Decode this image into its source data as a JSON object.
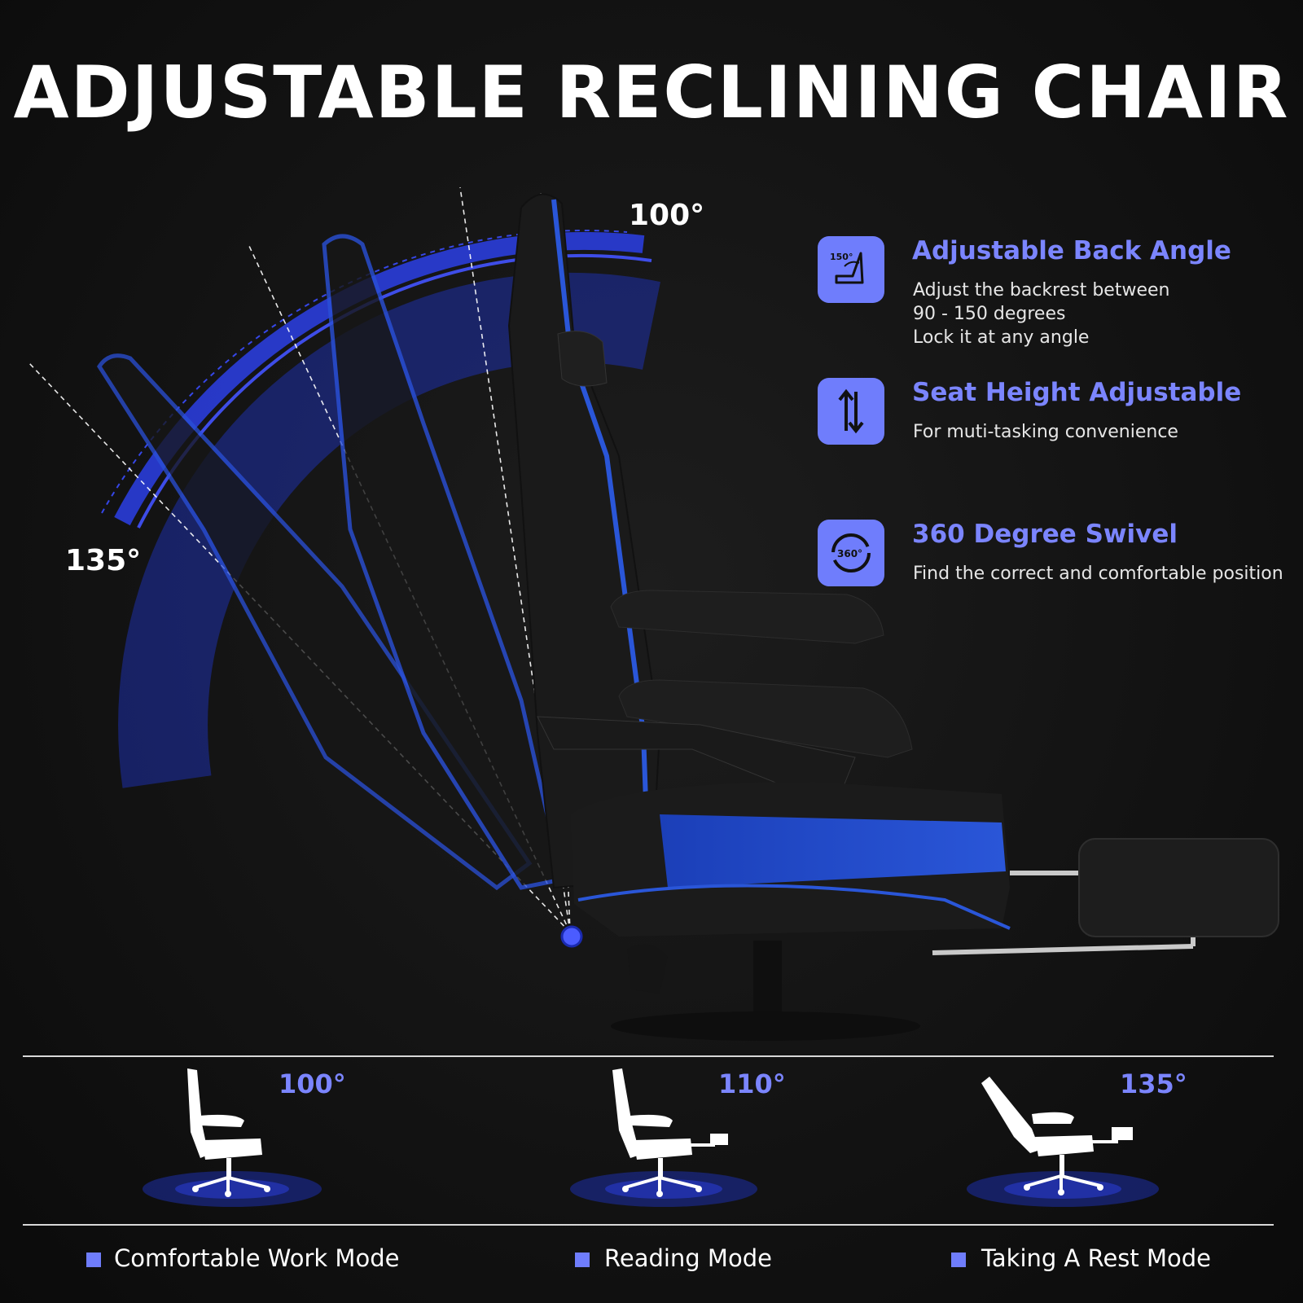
{
  "colors": {
    "accent": "#6f7dfc",
    "accent_text": "#7b85ff",
    "chair_blue": "#1f47c8",
    "arc_blue": "#2b3fe6",
    "background": "#141414",
    "text": "#ffffff"
  },
  "header": {
    "title": "ADJUSTABLE RECLINING CHAIR"
  },
  "hero": {
    "angle_upright": "100°",
    "angle_recline": "135°"
  },
  "features": [
    {
      "icon": "backrest-angle-icon",
      "icon_text": "150°",
      "title": "Adjustable Back Angle",
      "description": "Adjust the backrest between\n90 - 150 degrees\nLock it at any angle"
    },
    {
      "icon": "height-adjust-icon",
      "title": "Seat Height Adjustable",
      "description": "For muti-tasking convenience"
    },
    {
      "icon": "swivel-360-icon",
      "icon_text": "360°",
      "title": "360 Degree Swivel",
      "description": "Find the correct and comfortable position"
    }
  ],
  "modes": [
    {
      "angle": "100°",
      "label": "Comfortable Work Mode",
      "icon": "upright-chair-icon"
    },
    {
      "angle": "110°",
      "label": "Reading Mode",
      "icon": "reading-chair-icon"
    },
    {
      "angle": "135°",
      "label": "Taking A Rest Mode",
      "icon": "reclined-chair-icon"
    }
  ]
}
